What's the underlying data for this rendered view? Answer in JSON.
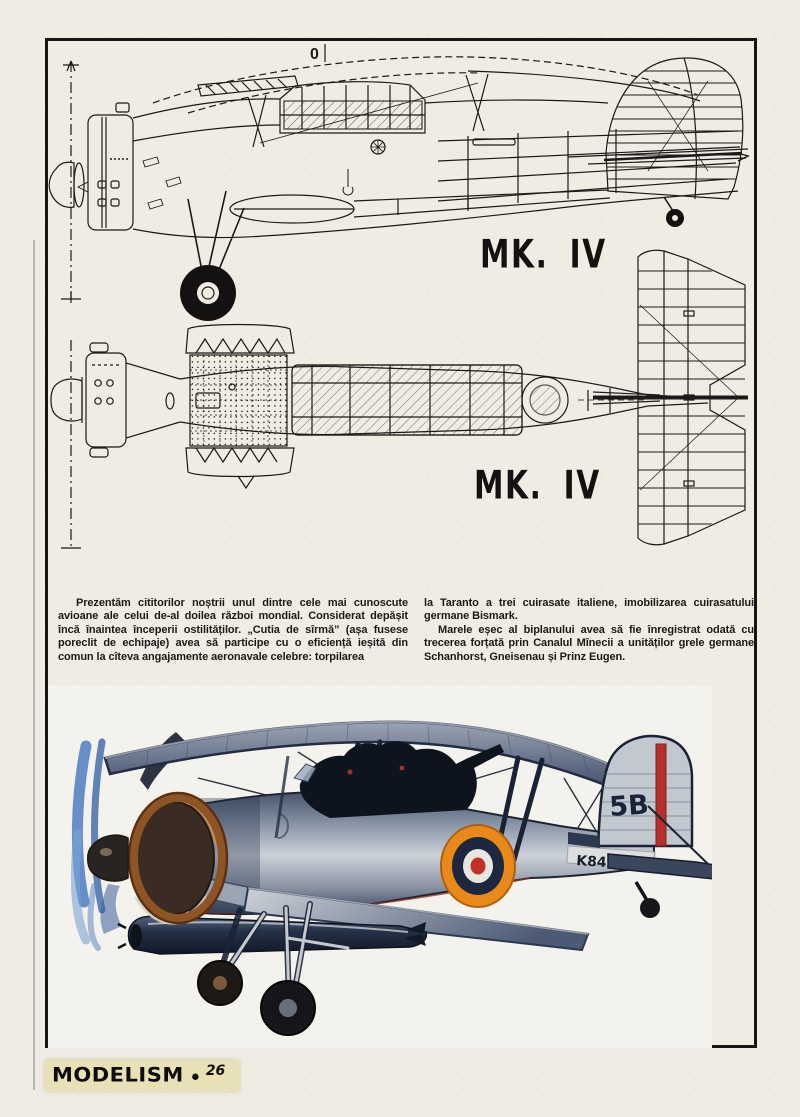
{
  "page": {
    "paper_color": "#efece4",
    "ink_color": "#1b1a18"
  },
  "technical_drawings": {
    "datum_mark": "0",
    "side_view": {
      "label": "MK. IV"
    },
    "top_view": {
      "label": "MK. IV"
    }
  },
  "article": {
    "left_column": "Prezentăm cititorilor noștrii unul dintre cele mai cunoscute avioane ale celui de-al doilea război mondial. Considerat depășit încă înaintea începerii ostilităților. „Cutia de sîrmă” (așa fusese poreclit de echipaje) avea să participe cu o eficiență ieșită din comun la cîteva angajamente aeronavale celebre: torpilarea",
    "right_column_p1": "la Taranto a trei cuirasate italiene, imobilizarea cuirasatului germane Bismark.",
    "right_column_p2": "Marele eșec al biplanului avea să fie înregistrat odată cu trecerea forțată prin Canalul Mînecii a unităților grele germane Schanhorst, Gneisenau și Prinz Eugen."
  },
  "illustration": {
    "tail_code": "5B",
    "fuselage_serial": "K84",
    "colors": {
      "roundel_outer": "#e8891a",
      "roundel_blue": "#1d2840",
      "roundel_white": "#e8e6e0",
      "roundel_center": "#c23128",
      "rudder_stripe": "#b5302a",
      "cowl_copper": "#8f5423",
      "airframe_silver": "#ccd1d8",
      "airframe_shadow": "#39455c",
      "prop_blur_blue": "#4e7dc2"
    }
  },
  "footer": {
    "magazine": "MODELISM",
    "separator": "●",
    "page_number": "26"
  }
}
